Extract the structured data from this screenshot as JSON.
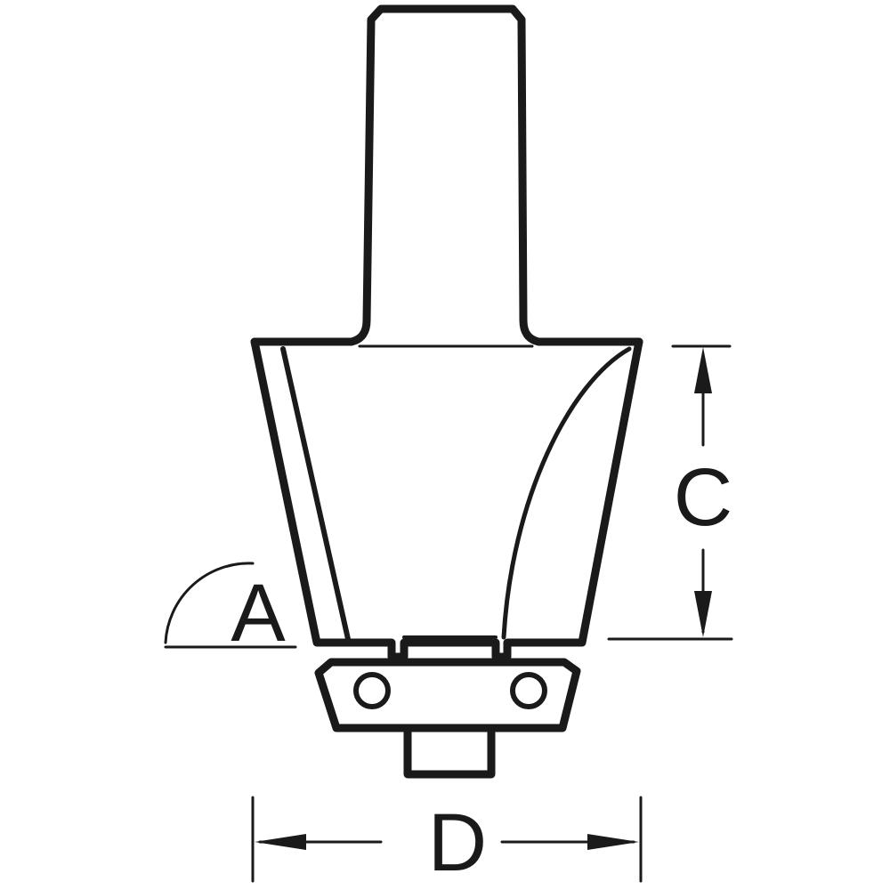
{
  "labels": {
    "angle": "A",
    "height": "C",
    "diameter": "D"
  },
  "colors": {
    "stroke": "#1a1a1a",
    "background": "#ffffff"
  }
}
